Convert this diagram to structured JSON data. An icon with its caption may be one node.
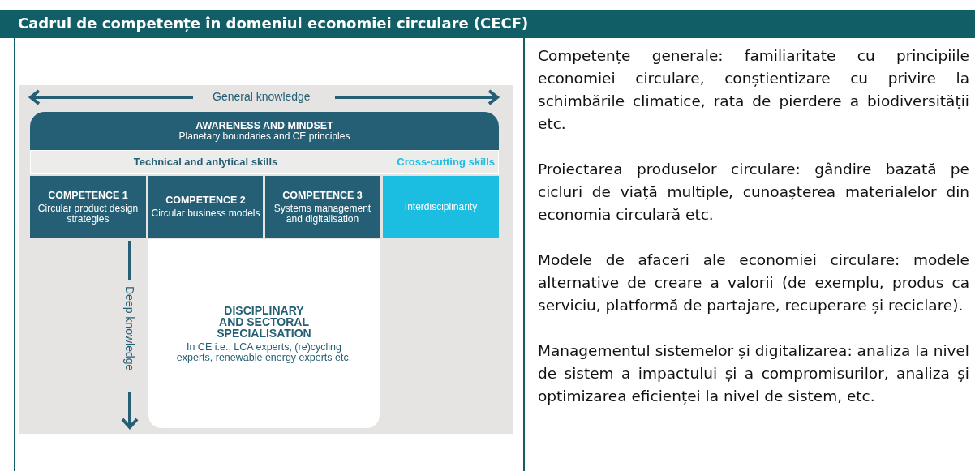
{
  "diagram": {
    "title": "Cadrul de competențe în domeniul economiei circulare (CECF)",
    "nodes": [
      {
        "text": [
          "AWARENESS AND MINDSET",
          "Planetary boundaries and CE principles"
        ]
      },
      {
        "text": [
          "Technical and anlytical skills",
          "Cross-cutting skills"
        ]
      },
      {
        "text": [
          "COMPETENCE 1",
          "Circular product design strategies"
        ]
      },
      {
        "text": [
          "COMPETENCE 2",
          "Circular business models"
        ]
      },
      {
        "text": [
          "COMPETENCE 3",
          "Systems management and digitalisation"
        ]
      },
      {
        "text": [
          "Interdisciplinarity"
        ]
      },
      {
        "text": [
          "DISCIPLINARY AND SECTORAL SPECIALISATION",
          "In CE i.e., LCA experts, (re)cycling experts, renewable energy experts etc."
        ]
      }
    ],
    "labels": [
      "General knowledge",
      "Deep knowledge",
      "Competențe generale: familiaritate cu principiile economiei circulare, conștientizare cu privire la schimbările climatice, rata de pierdere a biodiversității etc.",
      "Proiectarea produselor circulare: gândire bazată pe cicluri de viață multiple, cunoașterea materialelor din economia circulară etc.",
      "Modele de afaceri ale economiei circulare: modele alternative de creare a valorii (de exemplu, produs ca serviciu, platformă de partajare, recuperare și reciclare).",
      "Managementul sistemelor și digitalizarea: analiza la nivel de sistem a impactului și a compromisurilor, analiza și optimizarea eficienței la nivel de sistem, etc."
    ]
  }
}
